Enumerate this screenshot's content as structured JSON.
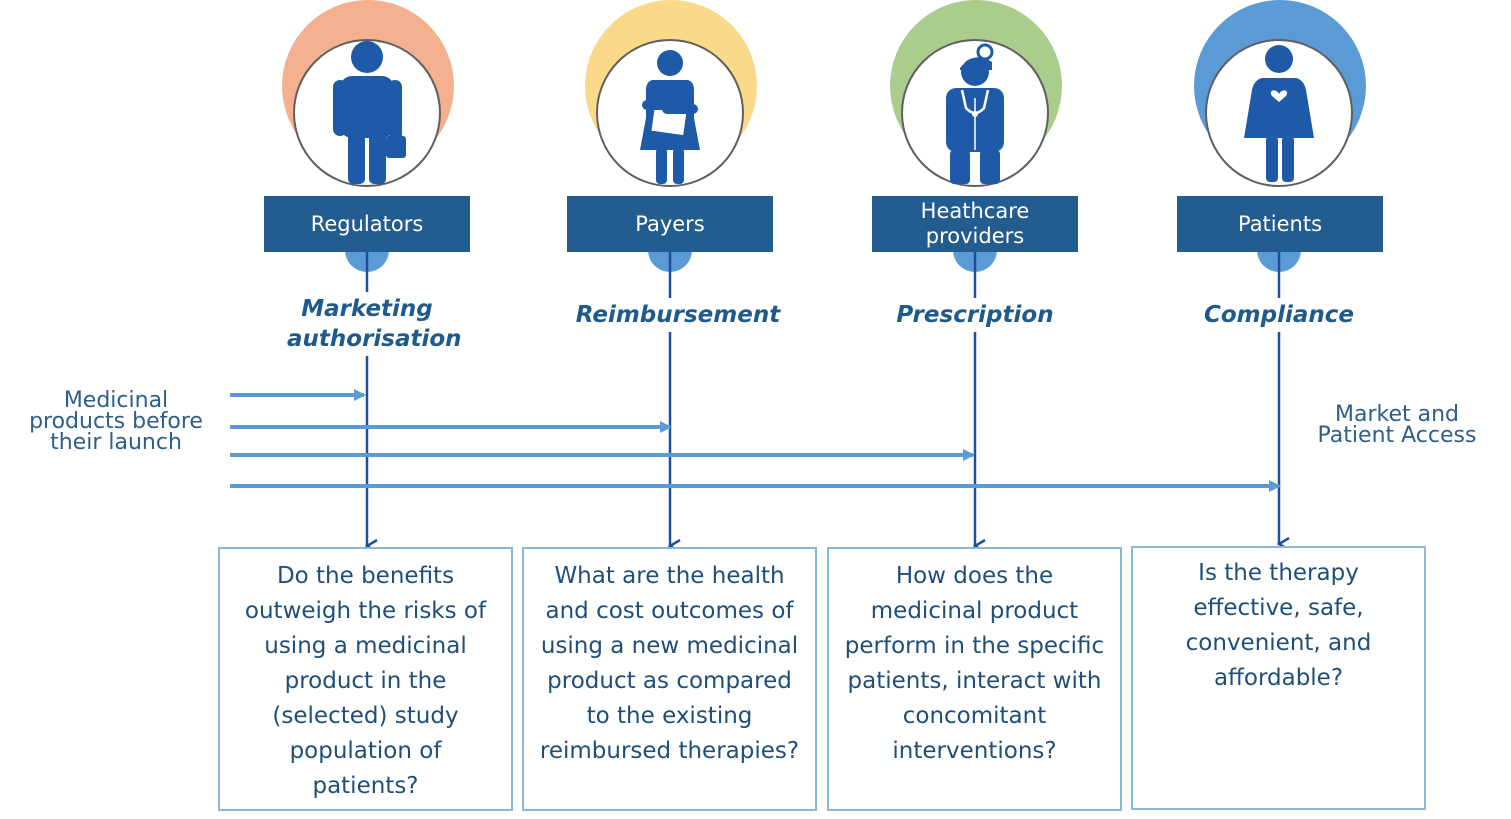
{
  "stakeholders": [
    {
      "label": "Regulators",
      "activity": "Marketing authorisation",
      "question": "Do the  benefits outweigh the risks of using a medicinal product in the (selected) study population of patients?",
      "color": "#f4b08f",
      "icon": "businessman-with-briefcase-icon"
    },
    {
      "label": "Payers",
      "activity": "Reimbursement",
      "question": "What are the health and cost outcomes of using a new medicinal product as compared to the existing reimbursed therapies?",
      "color": "#fbd98a",
      "icon": "woman-holding-document-icon"
    },
    {
      "label": "Heathcare providers",
      "activity": "Prescription",
      "question": "How does the medicinal product perform in the specific patients, interact with concomitant interventions?",
      "color": "#a9cd8c",
      "icon": "doctor-with-stethoscope-icon"
    },
    {
      "label": "Patients",
      "activity": "Compliance",
      "question": "Is the therapy effective, safe, convenient, and affordable?",
      "color": "#5b9bd5",
      "icon": "woman-with-heart-icon"
    }
  ],
  "left_text": "Medicinal products before their launch",
  "right_text": "Market and Patient Access",
  "colors": {
    "figure": "#1f5aa8",
    "box": "#235c8e",
    "arrow": "#5b9bd5",
    "line": "#1f4e9e",
    "border": "#8bb8d8"
  }
}
